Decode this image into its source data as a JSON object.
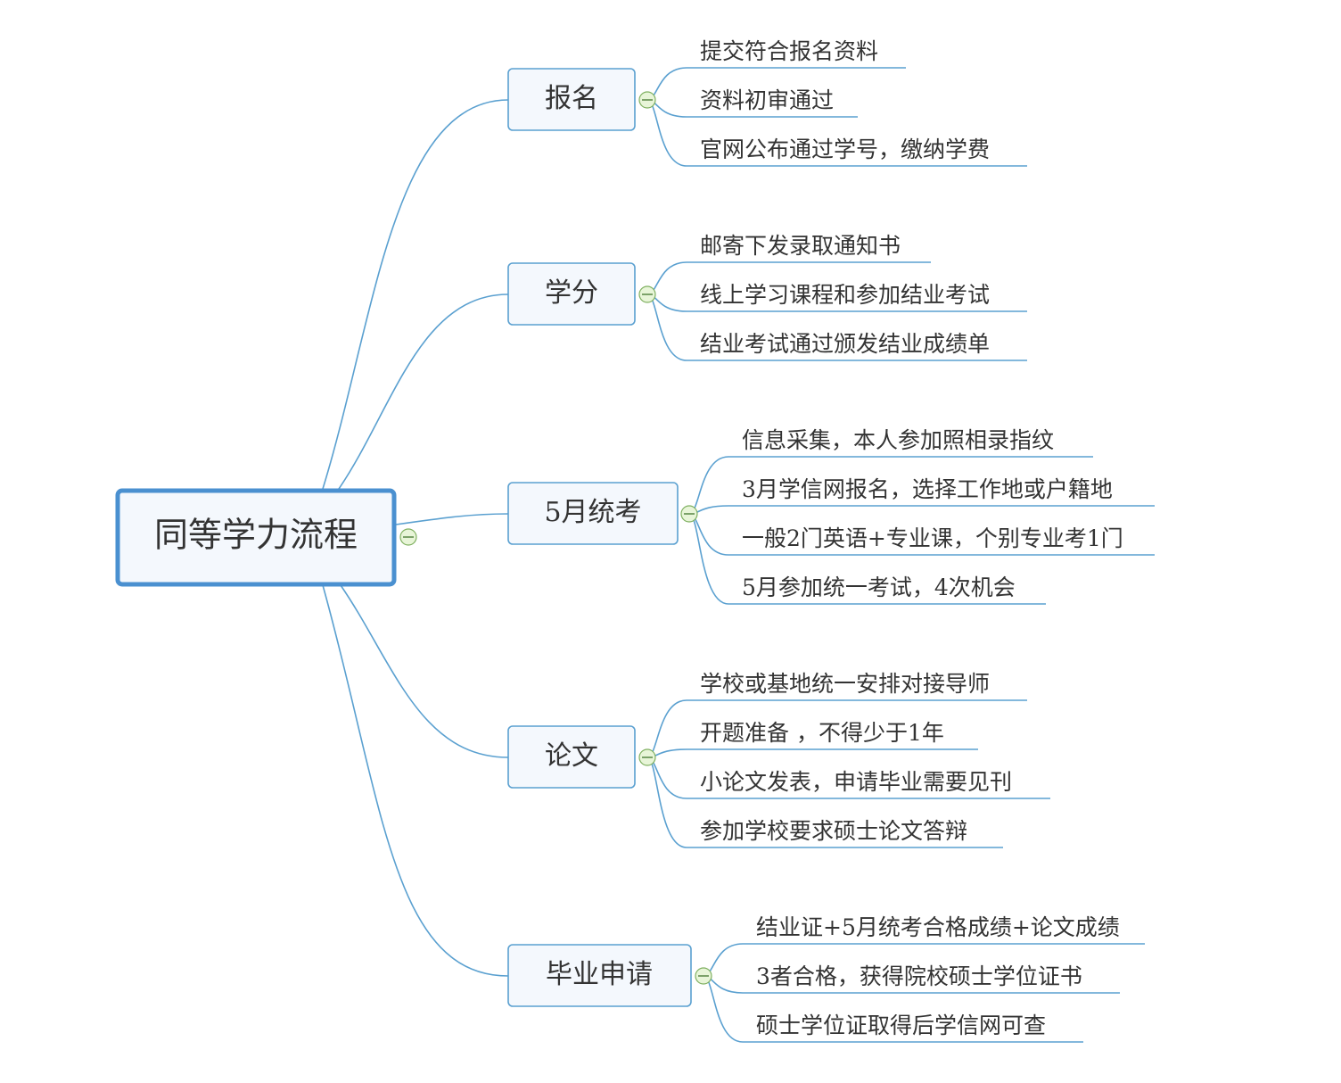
{
  "root": {
    "label": "同等学力流程"
  },
  "branches": [
    {
      "label": "报名",
      "items": [
        "提交符合报名资料",
        "资料初审通过",
        "官网公布通过学号，缴纳学费"
      ]
    },
    {
      "label": "学分",
      "items": [
        "邮寄下发录取通知书",
        "线上学习课程和参加结业考试",
        "结业考试通过颁发结业成绩单"
      ]
    },
    {
      "label": "5月统考",
      "items": [
        "信息采集，本人参加照相录指纹",
        "3月学信网报名，选择工作地或户籍地",
        "一般2门英语+专业课，个别专业考1门",
        "5月参加统一考试，4次机会"
      ]
    },
    {
      "label": "论文",
      "items": [
        "学校或基地统一安排对接导师",
        "开题准备 ，不得少于1年",
        "小论文发表，申请毕业需要见刊",
        "参加学校要求硕士论文答辩"
      ]
    },
    {
      "label": "毕业申请",
      "items": [
        "结业证+5月统考合格成绩+论文成绩",
        "3者合格，获得院校硕士学位证书",
        "硕士学位证取得后学信网可查"
      ]
    }
  ],
  "colors": {
    "connector": "#5aa0d0",
    "root_border": "#4a90d0",
    "box_fill": "#f4f8fd",
    "collapse_fill": "#e8f5d8",
    "collapse_stroke": "#7fb060",
    "text": "#333333"
  },
  "icons": {
    "collapse": "minus-circle-icon"
  }
}
